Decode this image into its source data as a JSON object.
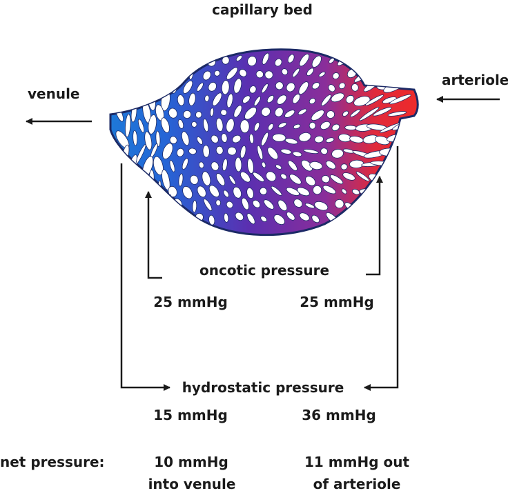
{
  "title": "capillary bed",
  "venule_label": "venule",
  "arteriole_label": "arteriole",
  "oncotic": {
    "label": "oncotic pressure",
    "venule_value": "25 mmHg",
    "arteriole_value": "25 mmHg"
  },
  "hydrostatic": {
    "label": "hydrostatic pressure",
    "venule_value": "15 mmHg",
    "arteriole_value": "36 mmHg"
  },
  "net": {
    "label": "net pressure:",
    "venule_line1": "10 mmHg",
    "venule_line2": "into venule",
    "arteriole_line1": "11 mmHg out",
    "arteriole_line2": "of arteriole"
  },
  "colors": {
    "venous": "#1e78d8",
    "mixed": "#6a2fa0",
    "arterial": "#ee2a2a",
    "outline": "#1c2a66",
    "arrow": "#1a1a1a"
  }
}
